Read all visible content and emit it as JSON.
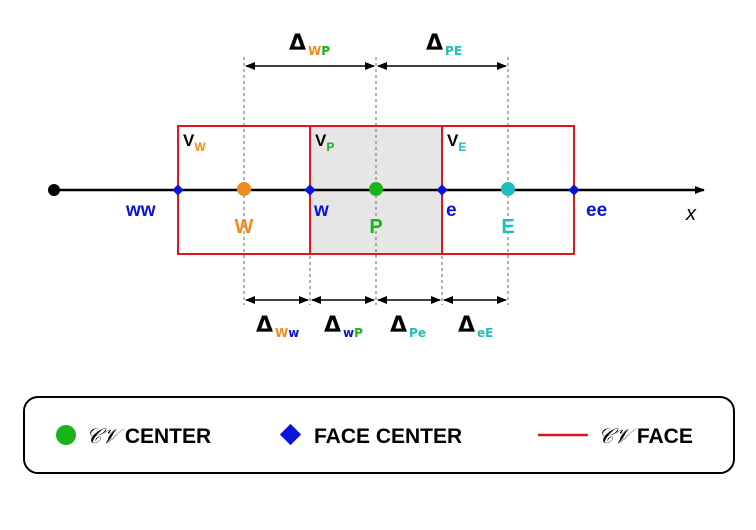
{
  "colors": {
    "line": "#000000",
    "cv_face": "#e0161e",
    "shade": "#e6e6e6",
    "face_center": "#0a14d6",
    "west": "#f08c1e",
    "center": "#18b418",
    "east": "#1ebebe",
    "dash": "#666666"
  },
  "axis": {
    "label": "x"
  },
  "points": {
    "W": "W",
    "P": "P",
    "E": "E"
  },
  "faces": {
    "ww": "ww",
    "w": "w",
    "e": "e",
    "ee": "ee"
  },
  "volumes": {
    "W": {
      "main": "V",
      "sub": "W"
    },
    "P": {
      "main": "V",
      "sub": "P"
    },
    "E": {
      "main": "V",
      "sub": "E"
    }
  },
  "distances": {
    "symbol": "Δ",
    "top": [
      {
        "sub": [
          {
            "t": "W",
            "c": "west"
          },
          {
            "t": "P",
            "c": "center"
          }
        ]
      },
      {
        "sub": [
          {
            "t": "PE",
            "c": "east"
          }
        ]
      }
    ],
    "bottom": [
      {
        "sub": [
          {
            "t": "W",
            "c": "west"
          },
          {
            "t": "w",
            "c": "face_center"
          }
        ]
      },
      {
        "sub": [
          {
            "t": "w",
            "c": "face_center"
          },
          {
            "t": "P",
            "c": "center"
          }
        ]
      },
      {
        "sub": [
          {
            "t": "Pe",
            "c": "east"
          }
        ]
      },
      {
        "sub": [
          {
            "t": "eE",
            "c": "east"
          }
        ]
      }
    ]
  },
  "legend": {
    "cv_symbol": "𝒞𝒱",
    "cv_center": "CENTER",
    "face_center": "FACE CENTER",
    "cv_face": "FACE"
  }
}
